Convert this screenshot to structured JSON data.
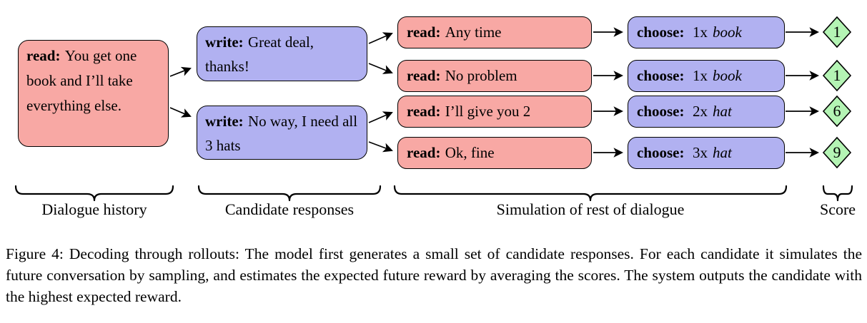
{
  "figure": {
    "dialogue_history": {
      "prefix": "read:",
      "text": "You get one book and I’ll take everything else."
    },
    "candidates": [
      {
        "prefix": "write:",
        "text": "Great deal, thanks!"
      },
      {
        "prefix": "write:",
        "text": "No way, I need all 3 hats"
      }
    ],
    "rollouts": [
      {
        "read": {
          "prefix": "read:",
          "text": "Any time"
        },
        "choose": {
          "prefix": "choose:",
          "qty": "1x",
          "item": "book"
        },
        "score": "1"
      },
      {
        "read": {
          "prefix": "read:",
          "text": "No problem"
        },
        "choose": {
          "prefix": "choose:",
          "qty": "1x",
          "item": "book"
        },
        "score": "1"
      },
      {
        "read": {
          "prefix": "read:",
          "text": "I’ll give you 2"
        },
        "choose": {
          "prefix": "choose:",
          "qty": "2x",
          "item": "hat"
        },
        "score": "6"
      },
      {
        "read": {
          "prefix": "read:",
          "text": "Ok, fine"
        },
        "choose": {
          "prefix": "choose:",
          "qty": "3x",
          "item": "hat"
        },
        "score": "9"
      }
    ],
    "brace_labels": {
      "dialogue_history": "Dialogue history",
      "candidate_responses": "Candidate responses",
      "simulation": "Simulation of rest of dialogue",
      "score": "Score"
    }
  },
  "caption": "Figure 4:  Decoding through rollouts: The model first generates a small set of candidate responses. For each candidate it simulates the future conversation by sampling, and estimates the expected future reward by averaging the scores. The system outputs the candidate with the highest expected reward.",
  "colors": {
    "read_box": "#f8a8a4",
    "write_box": "#b1b1f1",
    "score_diamond": "#b4f4b4"
  }
}
